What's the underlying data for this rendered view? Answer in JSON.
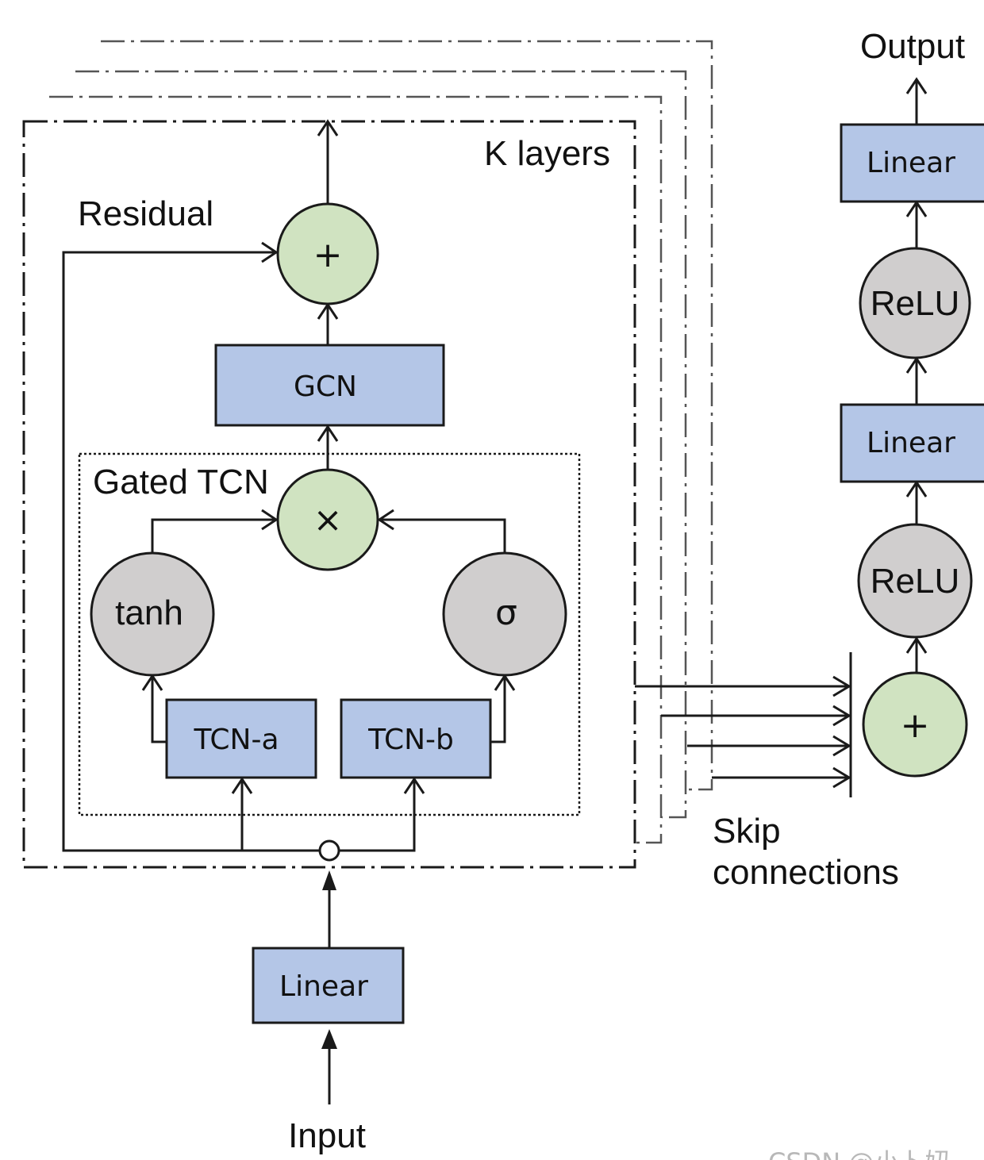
{
  "diagram": {
    "frame_labels": {
      "k_layers": "K layers",
      "residual": "Residual",
      "gated_tcn": "Gated TCN",
      "skip_connections_line1": "Skip",
      "skip_connections_line2": "connections"
    },
    "nodes": {
      "input": "Input",
      "output": "Output",
      "linear_in": "Linear",
      "tcn_a": "TCN-a",
      "tcn_b": "TCN-b",
      "tanh": "tanh",
      "sigma": "σ",
      "multiply": "×",
      "gcn": "GCN",
      "residual_add": "+",
      "skip_add": "+",
      "relu_1": "ReLU",
      "linear_mid": "Linear",
      "relu_2": "ReLU",
      "linear_out": "Linear"
    },
    "colors": {
      "box_fill": "#b4c6e7",
      "op_fill": "#d0e3c1",
      "activation_fill": "#d0cece"
    }
  },
  "watermark": "CSDN @小卜妞~"
}
